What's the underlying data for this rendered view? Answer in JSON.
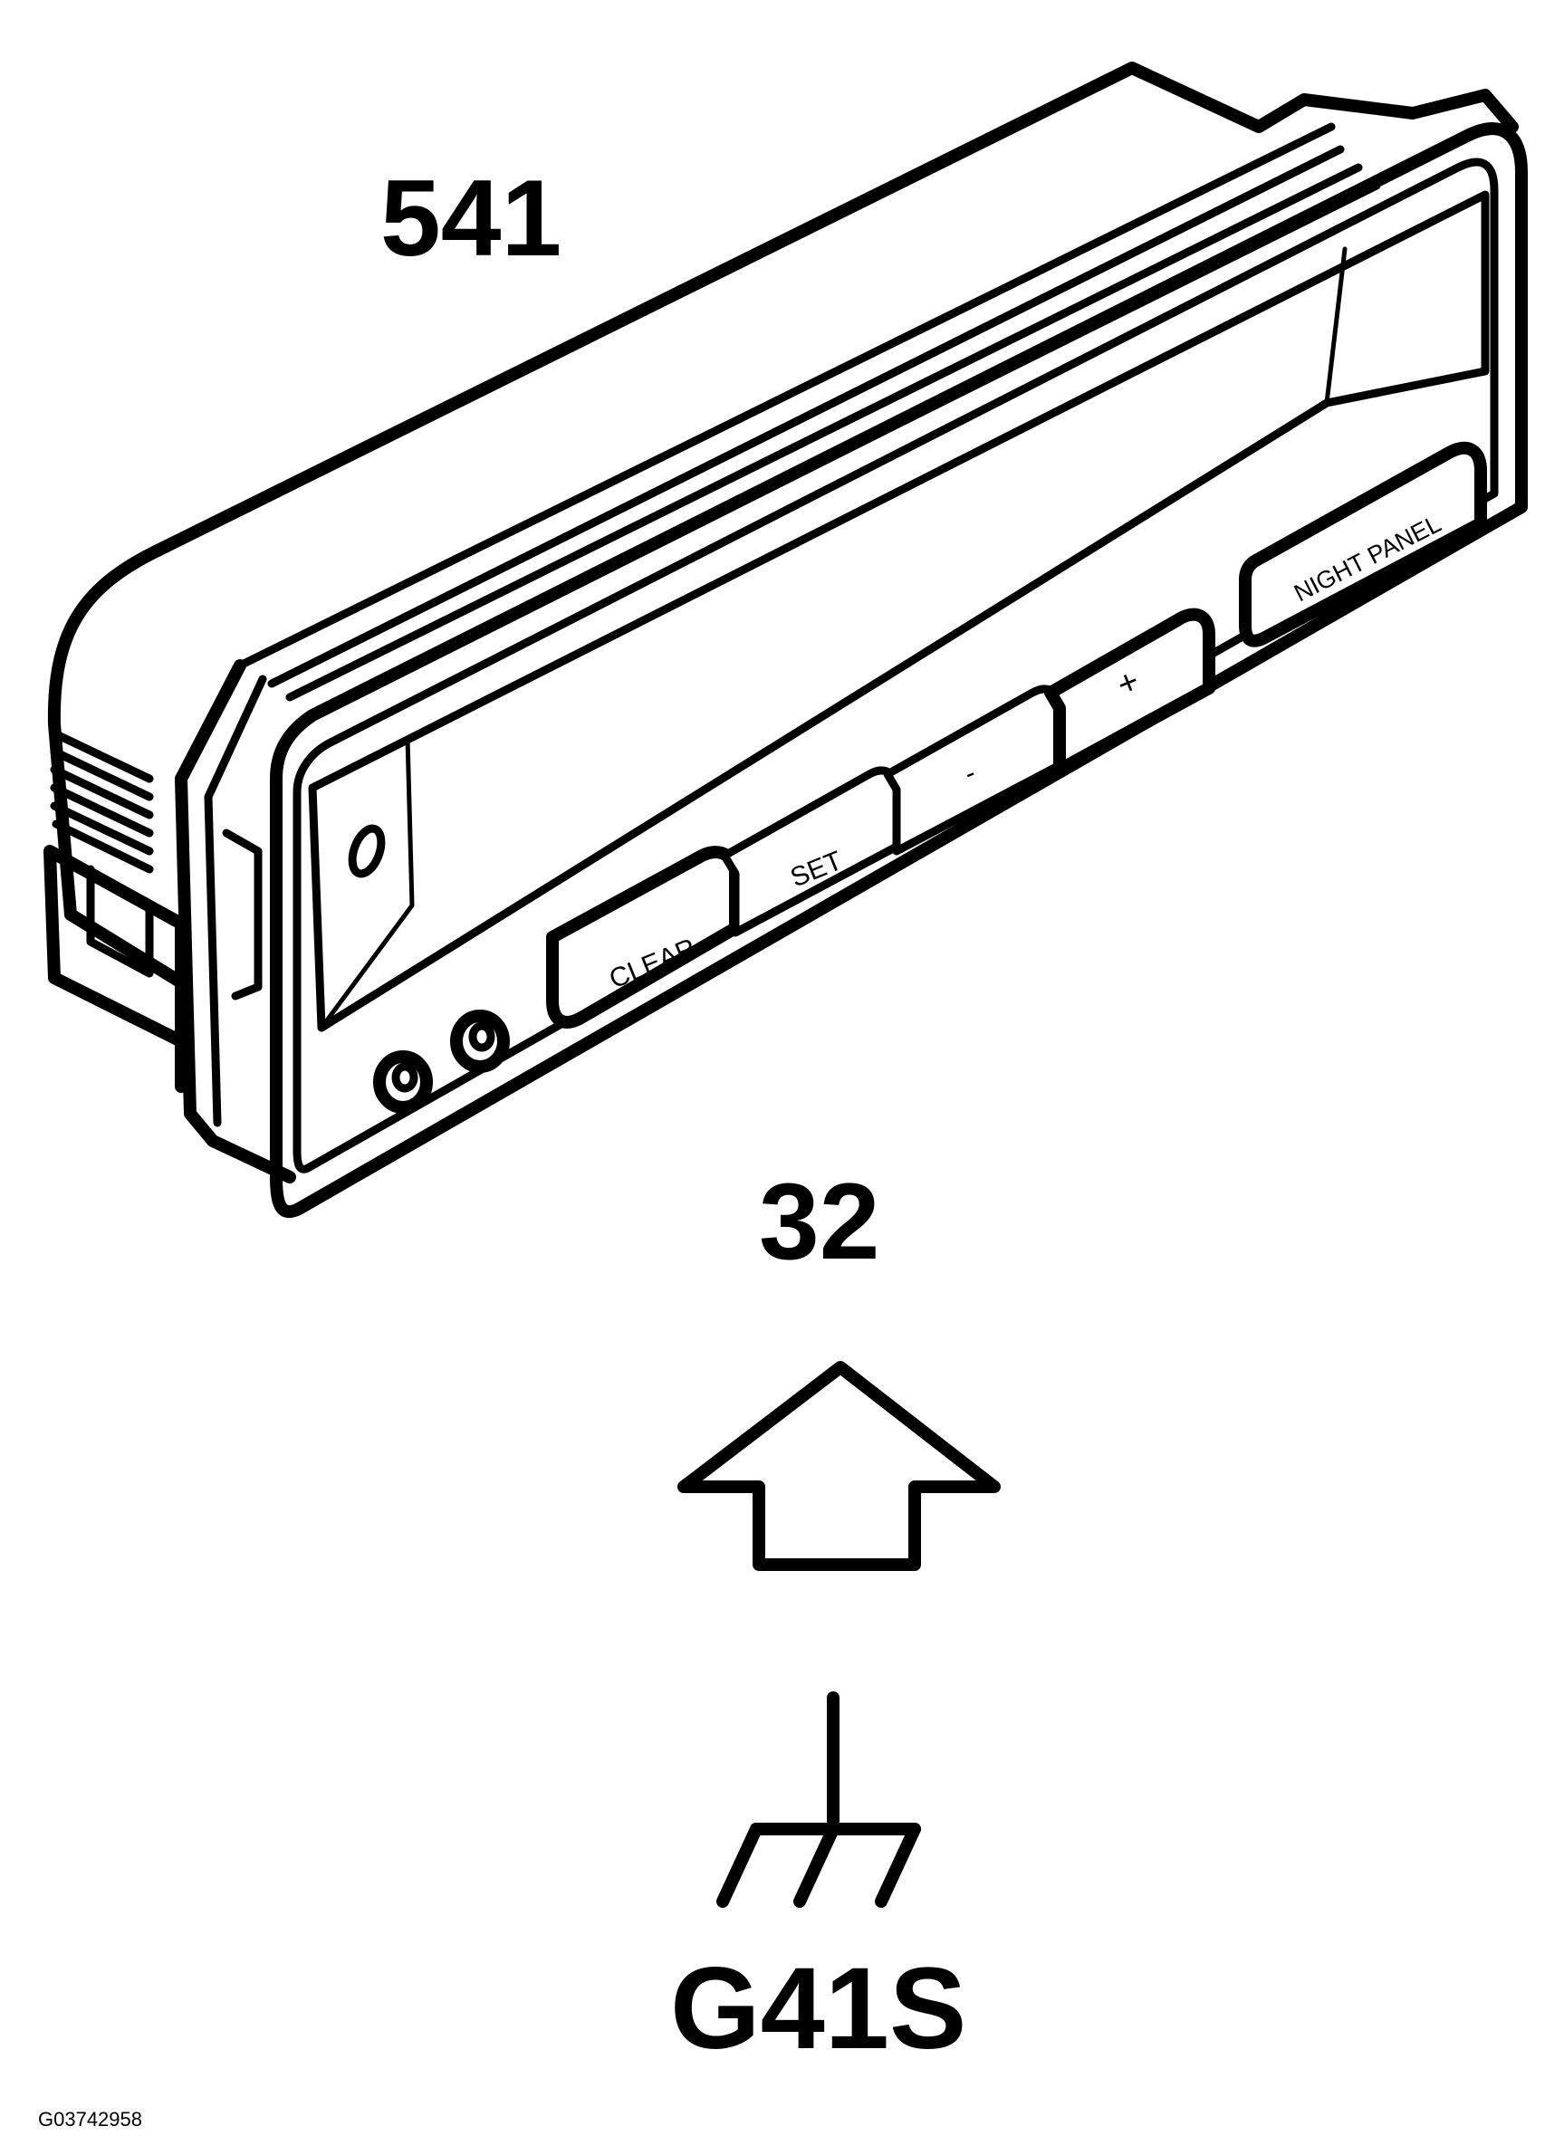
{
  "callouts": {
    "component": "541",
    "connector": "32",
    "ground": "G41S"
  },
  "buttons": {
    "clear": "CLEAR",
    "set": "SET",
    "minus": "-",
    "plus": "+",
    "night_panel": "NIGHT PANEL"
  },
  "figure_code": "G03742958",
  "colors": {
    "line": "#000000",
    "background": "#ffffff"
  }
}
